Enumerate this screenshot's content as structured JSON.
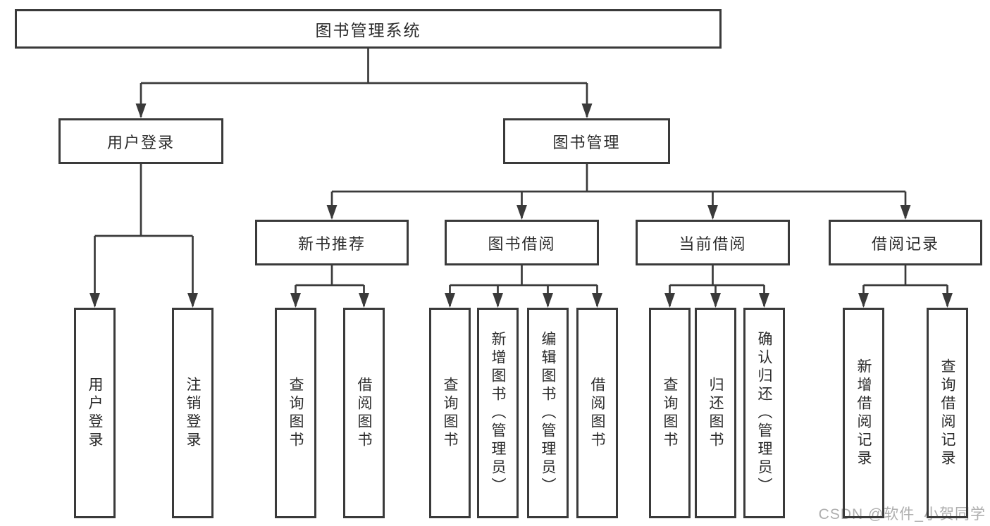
{
  "diagram": {
    "root": {
      "label": "图书管理系统"
    },
    "level2": [
      {
        "id": "user-login",
        "label": "用户登录"
      },
      {
        "id": "book-management",
        "label": "图书管理"
      }
    ],
    "level3": [
      {
        "id": "new-book-recommend",
        "label": "新书推荐"
      },
      {
        "id": "book-borrow",
        "label": "图书借阅"
      },
      {
        "id": "current-borrow",
        "label": "当前借阅"
      },
      {
        "id": "borrow-records",
        "label": "借阅记录"
      }
    ],
    "leaves": [
      {
        "group": "user-login",
        "label": "用户登录"
      },
      {
        "group": "user-login",
        "label": "注销登录"
      },
      {
        "group": "new-book-recommend",
        "label": "查询图书"
      },
      {
        "group": "new-book-recommend",
        "label": "借阅图书"
      },
      {
        "group": "book-borrow",
        "label": "查询图书"
      },
      {
        "group": "book-borrow",
        "label": "新增图书（管理员）"
      },
      {
        "group": "book-borrow",
        "label": "编辑图书（管理员）"
      },
      {
        "group": "book-borrow",
        "label": "借阅图书"
      },
      {
        "group": "current-borrow",
        "label": "查询图书"
      },
      {
        "group": "current-borrow",
        "label": "归还图书"
      },
      {
        "group": "current-borrow",
        "label": "确认归还（管理员）"
      },
      {
        "group": "borrow-records",
        "label": "新增借阅记录"
      },
      {
        "group": "borrow-records",
        "label": "查询借阅记录"
      }
    ]
  },
  "watermark": {
    "text": "CSDN @软件_小贺同学"
  },
  "colors": {
    "line": "#3a3a3a",
    "text": "#2b2b2b",
    "watermark": "#aeaeae",
    "background": "#ffffff"
  }
}
